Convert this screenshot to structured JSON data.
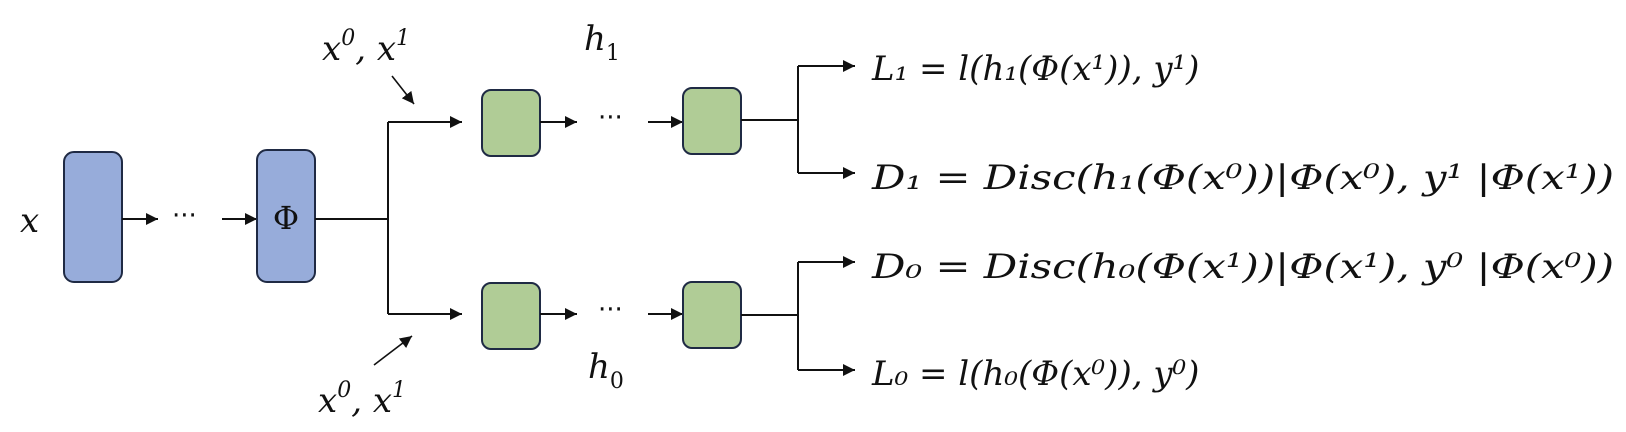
{
  "input_label": "x",
  "encoder_label": "Φ",
  "ellipsis": "···",
  "head_labels": {
    "top": "h",
    "top_sub": "1",
    "bottom": "h",
    "bottom_sub": "0"
  },
  "input_pair_labels": {
    "top": [
      "x",
      "0",
      ", ",
      "x",
      "1"
    ],
    "bottom": [
      "x",
      "0",
      ", ",
      "x",
      "1"
    ]
  },
  "outputs": {
    "L1": "L₁ = l(h₁(Φ(x¹)), y¹)",
    "D1": "D₁ = Disc(h₁(Φ(x⁰))|Φ(x⁰), y¹ |Φ(x¹))",
    "D0": "D₀ = Disc(h₀(Φ(x¹))|Φ(x¹), y⁰ |Φ(x⁰))",
    "L0": "L₀ = l(h₀(Φ(x⁰)), y⁰)"
  },
  "colors": {
    "encoder_fill": "#97acda",
    "head_fill": "#b0cc96",
    "stroke": "#1f2a44"
  }
}
